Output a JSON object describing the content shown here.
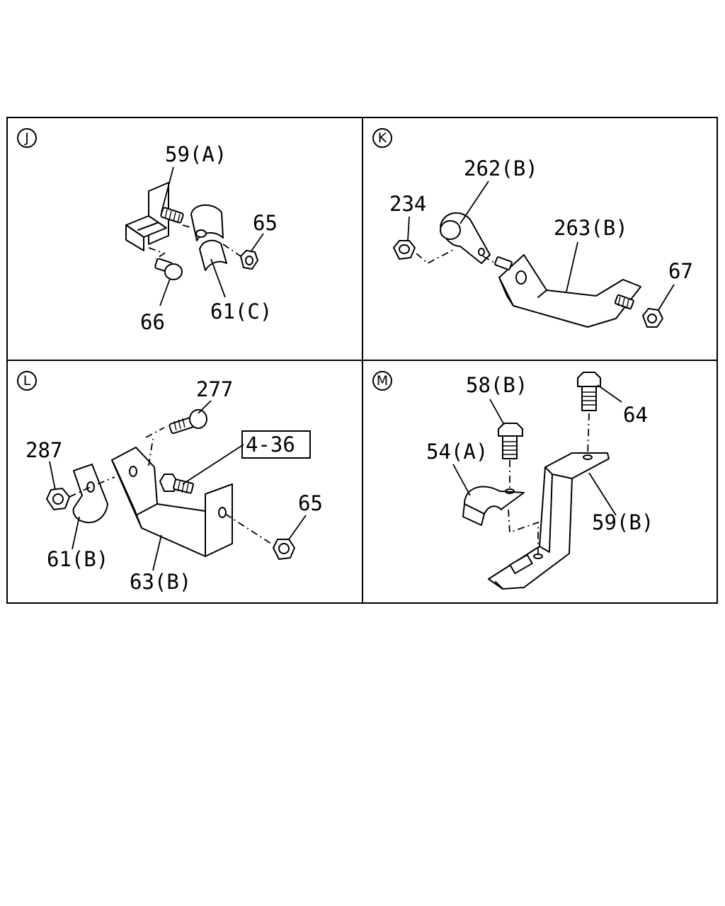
{
  "panels": [
    {
      "id": "J",
      "labels": [
        "59(A)",
        "65",
        "66",
        "61(C)"
      ]
    },
    {
      "id": "K",
      "labels": [
        "262(B)",
        "234",
        "263(B)",
        "67"
      ]
    },
    {
      "id": "L",
      "labels": [
        "277",
        "4-36",
        "287",
        "65",
        "61(B)",
        "63(B)"
      ]
    },
    {
      "id": "M",
      "labels": [
        "58(B)",
        "64",
        "54(A)",
        "59(B)"
      ]
    }
  ]
}
